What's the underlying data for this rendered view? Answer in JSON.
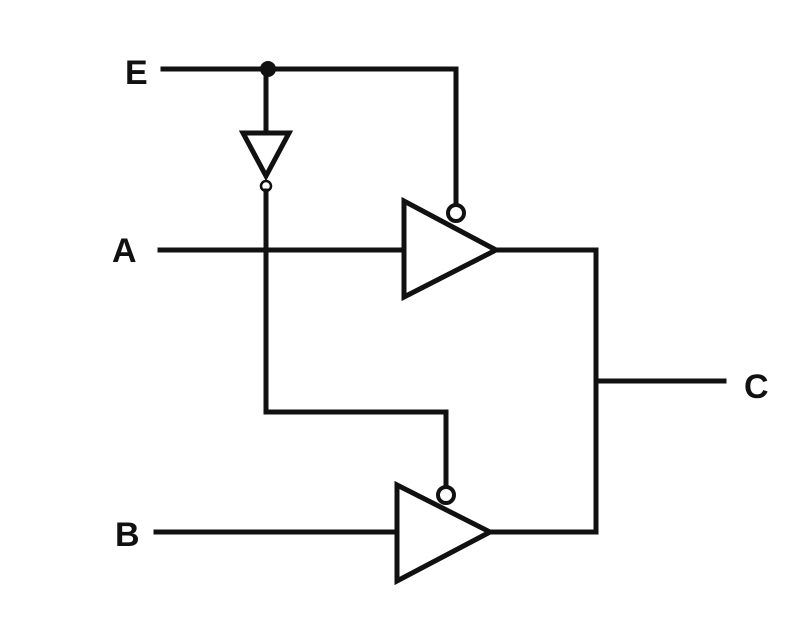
{
  "diagram": {
    "labels": {
      "e": "E",
      "a": "A",
      "b": "B",
      "c": "C"
    },
    "colors": {
      "line": "#111111",
      "background": "#ffffff"
    }
  }
}
